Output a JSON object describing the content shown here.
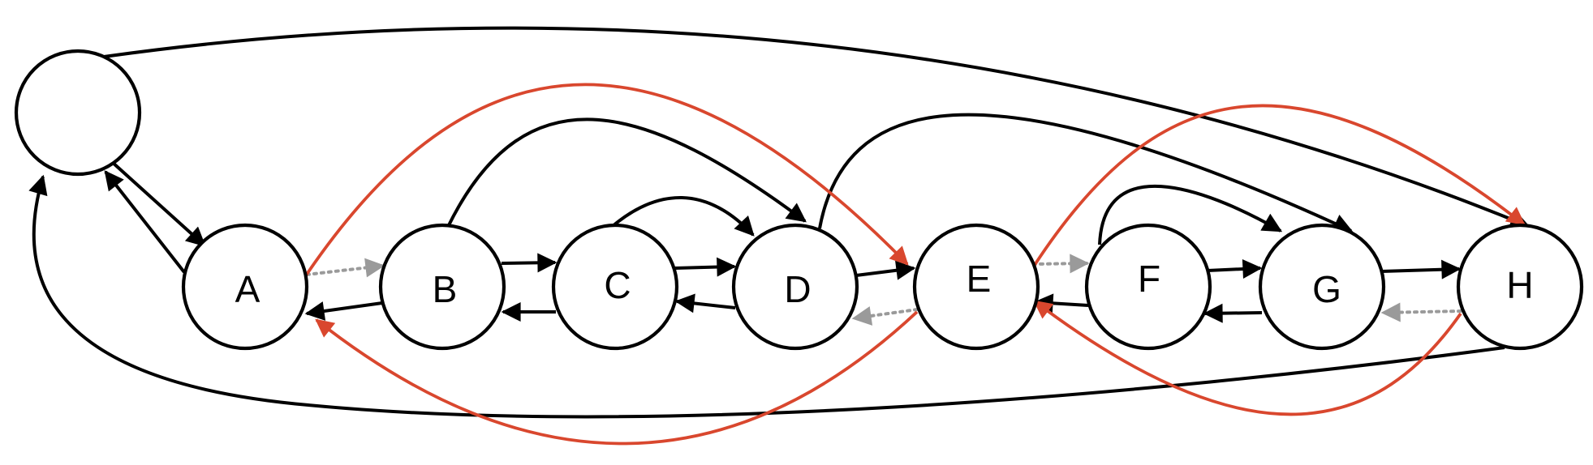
{
  "nodes": [
    {
      "id": "root",
      "label": ""
    },
    {
      "id": "A",
      "label": "A"
    },
    {
      "id": "B",
      "label": "B"
    },
    {
      "id": "C",
      "label": "C"
    },
    {
      "id": "D",
      "label": "D"
    },
    {
      "id": "E",
      "label": "E"
    },
    {
      "id": "F",
      "label": "F"
    },
    {
      "id": "G",
      "label": "G"
    },
    {
      "id": "H",
      "label": "H"
    }
  ],
  "edges": [
    {
      "from": "root",
      "to": "A",
      "style": "black"
    },
    {
      "from": "A",
      "to": "root",
      "style": "black"
    },
    {
      "from": "root",
      "to": "H",
      "style": "black"
    },
    {
      "from": "H",
      "to": "root",
      "style": "black"
    },
    {
      "from": "A",
      "to": "B",
      "style": "dotted"
    },
    {
      "from": "B",
      "to": "A",
      "style": "black"
    },
    {
      "from": "B",
      "to": "C",
      "style": "black"
    },
    {
      "from": "C",
      "to": "B",
      "style": "black"
    },
    {
      "from": "C",
      "to": "D",
      "style": "black"
    },
    {
      "from": "D",
      "to": "C",
      "style": "black"
    },
    {
      "from": "C",
      "to": "D",
      "style": "black"
    },
    {
      "from": "B",
      "to": "D",
      "style": "black"
    },
    {
      "from": "D",
      "to": "E",
      "style": "black"
    },
    {
      "from": "E",
      "to": "D",
      "style": "dotted"
    },
    {
      "from": "D",
      "to": "G",
      "style": "black"
    },
    {
      "from": "E",
      "to": "F",
      "style": "dotted"
    },
    {
      "from": "F",
      "to": "E",
      "style": "black"
    },
    {
      "from": "F",
      "to": "G",
      "style": "black"
    },
    {
      "from": "G",
      "to": "F",
      "style": "black"
    },
    {
      "from": "F",
      "to": "G",
      "style": "black"
    },
    {
      "from": "G",
      "to": "H",
      "style": "black"
    },
    {
      "from": "H",
      "to": "G",
      "style": "dotted"
    },
    {
      "from": "A",
      "to": "E",
      "style": "red"
    },
    {
      "from": "E",
      "to": "A",
      "style": "red"
    },
    {
      "from": "E",
      "to": "H",
      "style": "red"
    },
    {
      "from": "H",
      "to": "E",
      "style": "red"
    }
  ],
  "colors": {
    "black": "#000000",
    "red": "#d9472e",
    "dotted": "#9a9a9a"
  }
}
